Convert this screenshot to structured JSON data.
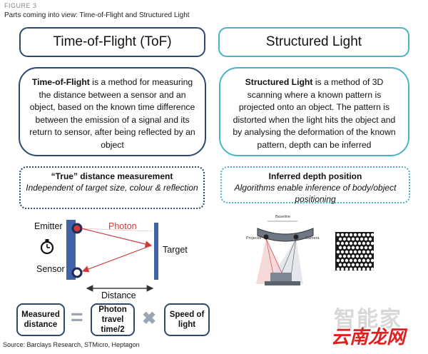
{
  "figure_label": "FIGURE 3",
  "figure_caption": "Parts coming into view: Time-of-Flight and Structured Light",
  "tof": {
    "header": "Time-of-Flight (ToF)",
    "desc_term": "Time-of-Flight",
    "desc_rest": " is a method for measuring the distance between a sensor and an object, based on the known time difference between the emission of a signal and its return to sensor, after being reflected by an object",
    "note_title": "“True” distance measurement",
    "note_body": "Independent of target size, colour & reflection"
  },
  "sl": {
    "header": "Structured Light",
    "desc_term": "Structured Light",
    "desc_rest": " is a method of 3D scanning where a known pattern is projected onto an object. The pattern is distorted when the light hits the object and by analysing the deformation of the known pattern, depth can be inferred",
    "note_title": "Inferred depth position",
    "note_body": "Algorithms enable inference of body/object positioning",
    "device_labels": {
      "baseline": "Baseline",
      "projector": "Projector",
      "camera": "Camera"
    }
  },
  "tof_diagram": {
    "emitter": "Emitter",
    "sensor": "Sensor",
    "photon": "Photon",
    "target": "Target",
    "distance": "Distance"
  },
  "equation": {
    "measured": "Measured distance",
    "equals": "=",
    "photon_time": "Photon travel time/2",
    "times": "✖",
    "speed": "Speed of light"
  },
  "source": "Source: Barclays Research, STMicro, Heptagon",
  "watermark": {
    "line1": "智能家",
    "line2": "云南龙网"
  },
  "colors": {
    "tof_accent": "#2c4a6e",
    "sl_accent": "#4ab3c7",
    "photon": "#d03a3a",
    "device_blue": "#3f63a8"
  }
}
